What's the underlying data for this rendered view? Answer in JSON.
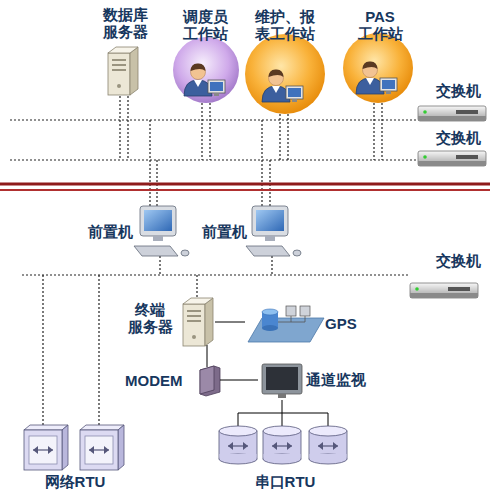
{
  "diagram": {
    "nodes": [
      {
        "text": [
          "数据库 服务器"
        ]
      },
      {
        "text": [
          "调度员 工作站"
        ]
      },
      {
        "text": [
          "维护、报 表工作站"
        ]
      },
      {
        "text": [
          "PAS 工作站"
        ]
      },
      {
        "text": [
          "交换机"
        ]
      },
      {
        "text": [
          "交换机"
        ]
      },
      {
        "text": [
          "前置机"
        ]
      },
      {
        "text": [
          "前置机"
        ]
      },
      {
        "text": [
          "交换机"
        ]
      },
      {
        "text": [
          "终端 服务器"
        ]
      },
      {
        "text": [
          "GPS"
        ]
      },
      {
        "text": [
          "MODEM"
        ]
      },
      {
        "text": [
          "通道监视"
        ]
      },
      {
        "text": [
          "网络RTU"
        ]
      },
      {
        "text": [
          "串口RTU"
        ]
      }
    ],
    "edges": [
      {
        "from": 9,
        "to": 10,
        "arrow": "none"
      },
      {
        "from": 9,
        "to": 11,
        "arrow": "none"
      },
      {
        "from": 11,
        "to": 12,
        "arrow": "none"
      },
      {
        "from": 12,
        "to": 14,
        "arrow": "none"
      }
    ]
  }
}
